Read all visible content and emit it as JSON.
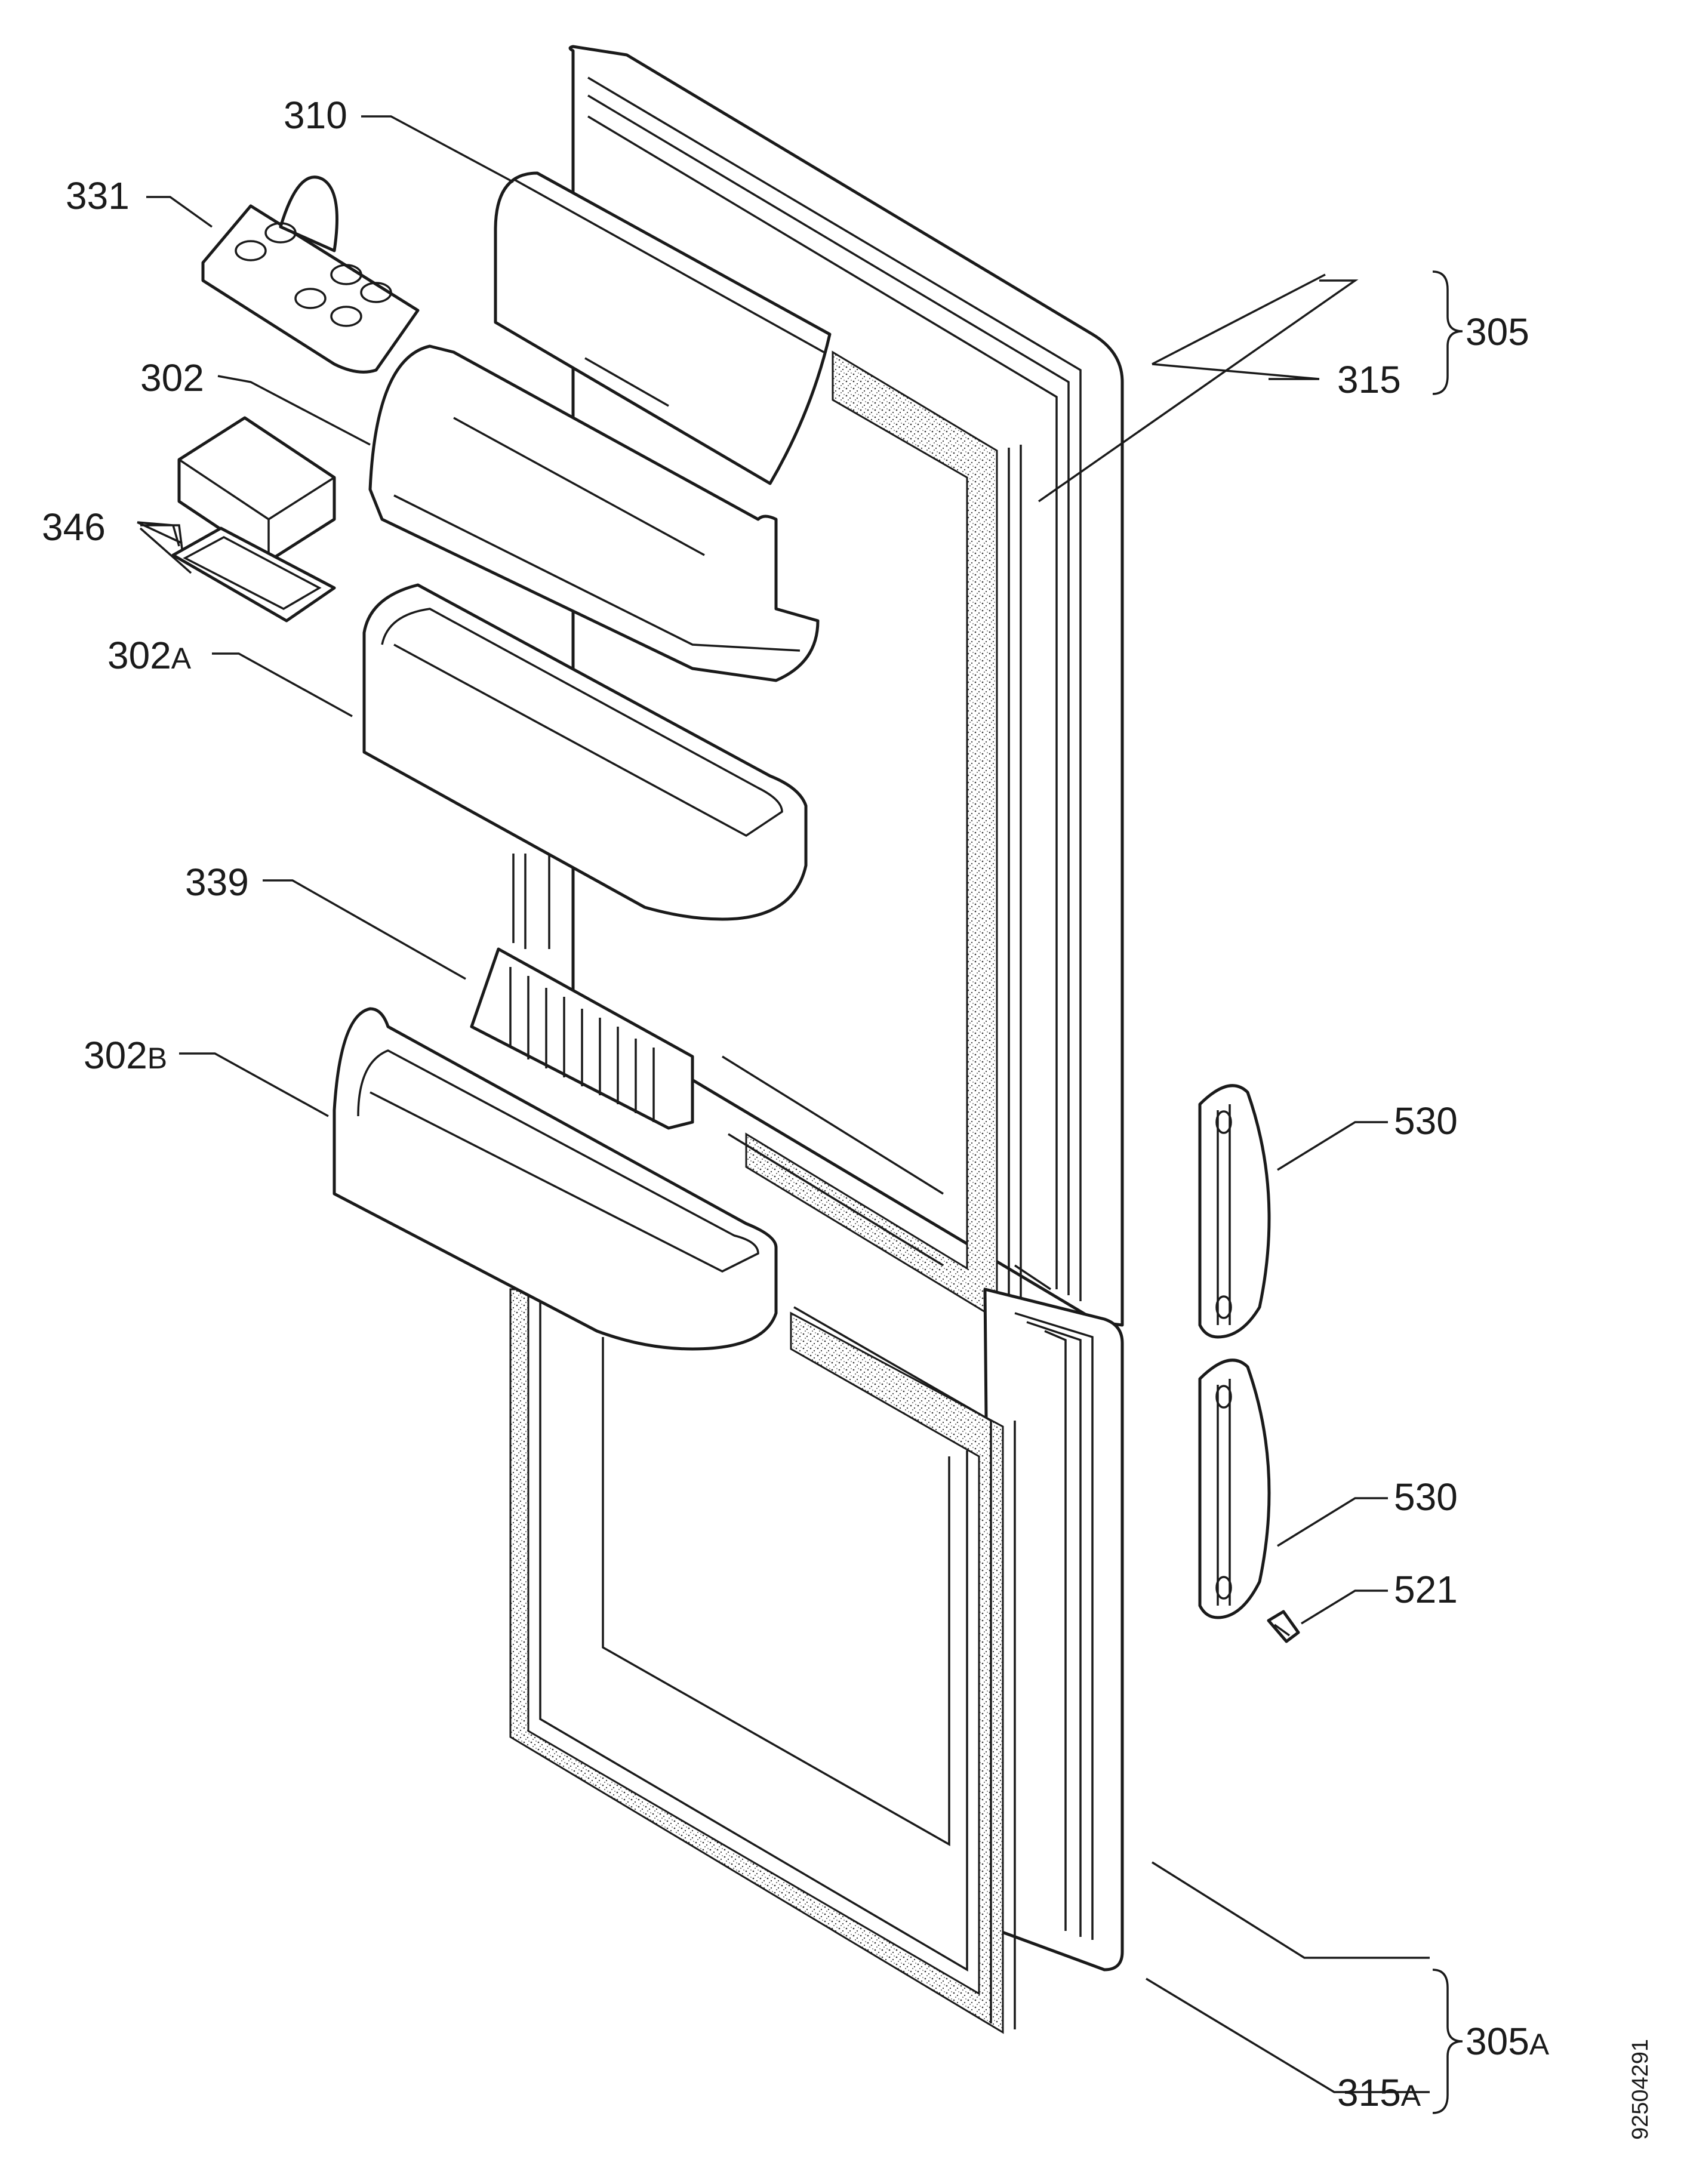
{
  "diagram": {
    "labels": [
      {
        "id": "310",
        "text": "310"
      },
      {
        "id": "331",
        "text": "331"
      },
      {
        "id": "302",
        "text": "302"
      },
      {
        "id": "346",
        "text": "346"
      },
      {
        "id": "302a",
        "text": "302",
        "suffix": "A"
      },
      {
        "id": "339",
        "text": "339"
      },
      {
        "id": "302b",
        "text": "302",
        "suffix": "B"
      },
      {
        "id": "305",
        "text": "305"
      },
      {
        "id": "315",
        "text": "315"
      },
      {
        "id": "530-top",
        "text": "530"
      },
      {
        "id": "530-bottom",
        "text": "530"
      },
      {
        "id": "521",
        "text": "521"
      },
      {
        "id": "305a",
        "text": "305",
        "suffix": "A"
      },
      {
        "id": "315a",
        "text": "315",
        "suffix": "A"
      }
    ],
    "document_number": "92504291"
  }
}
